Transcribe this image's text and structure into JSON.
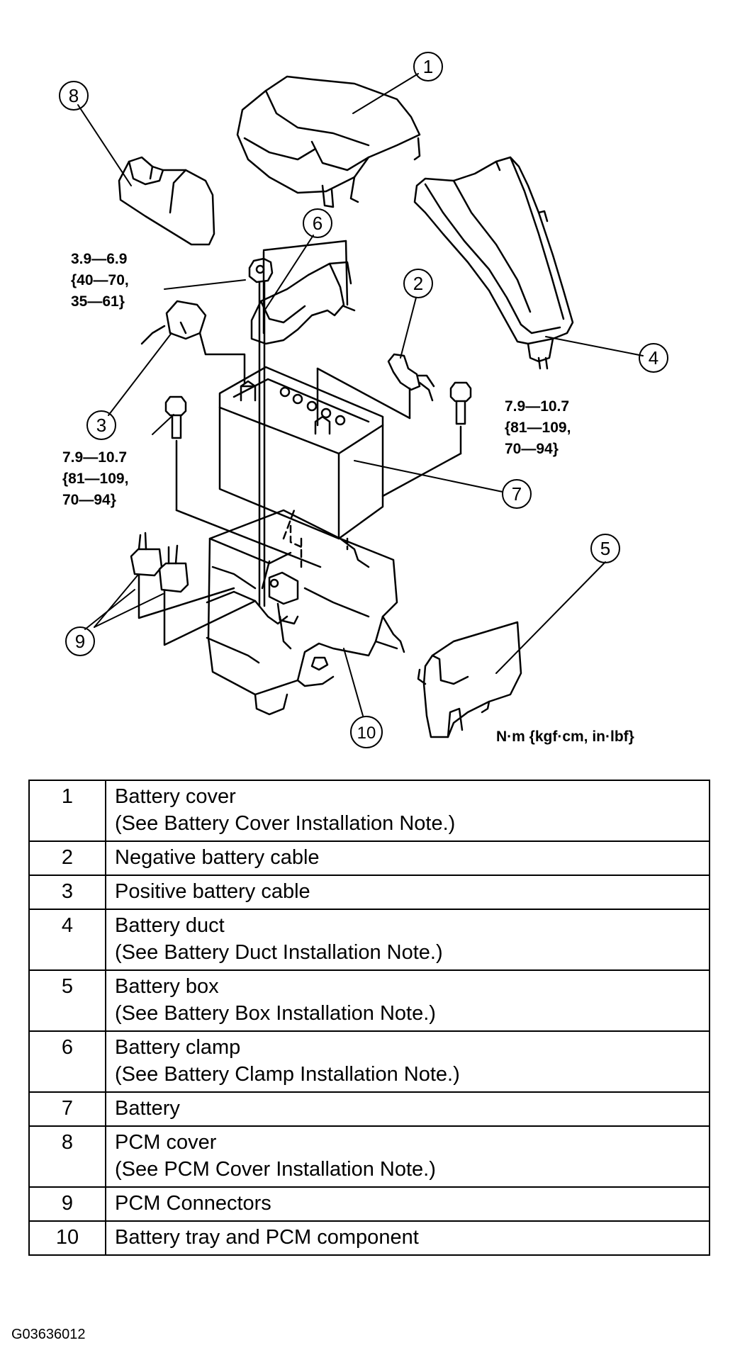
{
  "callouts": [
    "1",
    "2",
    "3",
    "4",
    "5",
    "6",
    "7",
    "8",
    "9",
    "10"
  ],
  "torque_specs": {
    "nut_6": [
      "3.9—6.9",
      "{40—70,",
      "35—61}"
    ],
    "bolt_right": [
      "7.9—10.7",
      "{81—109,",
      "70—94}"
    ],
    "bolt_left": [
      "7.9—10.7",
      "{81—109,",
      "70—94}"
    ]
  },
  "units": "N·m {kgf·cm, in·lbf}",
  "parts": [
    {
      "num": "1",
      "name": "Battery cover",
      "note": "(See Battery Cover Installation Note.)"
    },
    {
      "num": "2",
      "name": "Negative battery cable",
      "note": ""
    },
    {
      "num": "3",
      "name": "Positive battery cable",
      "note": ""
    },
    {
      "num": "4",
      "name": "Battery duct",
      "note": "(See Battery Duct Installation Note.)"
    },
    {
      "num": "5",
      "name": "Battery box",
      "note": "(See Battery Box Installation Note.)"
    },
    {
      "num": "6",
      "name": "Battery clamp",
      "note": "(See Battery Clamp Installation Note.)"
    },
    {
      "num": "7",
      "name": "Battery",
      "note": ""
    },
    {
      "num": "8",
      "name": "PCM cover",
      "note": "(See PCM Cover Installation Note.)"
    },
    {
      "num": "9",
      "name": "PCM Connectors",
      "note": ""
    },
    {
      "num": "10",
      "name": "Battery tray and PCM component",
      "note": ""
    }
  ],
  "figure_id": "G03636012"
}
